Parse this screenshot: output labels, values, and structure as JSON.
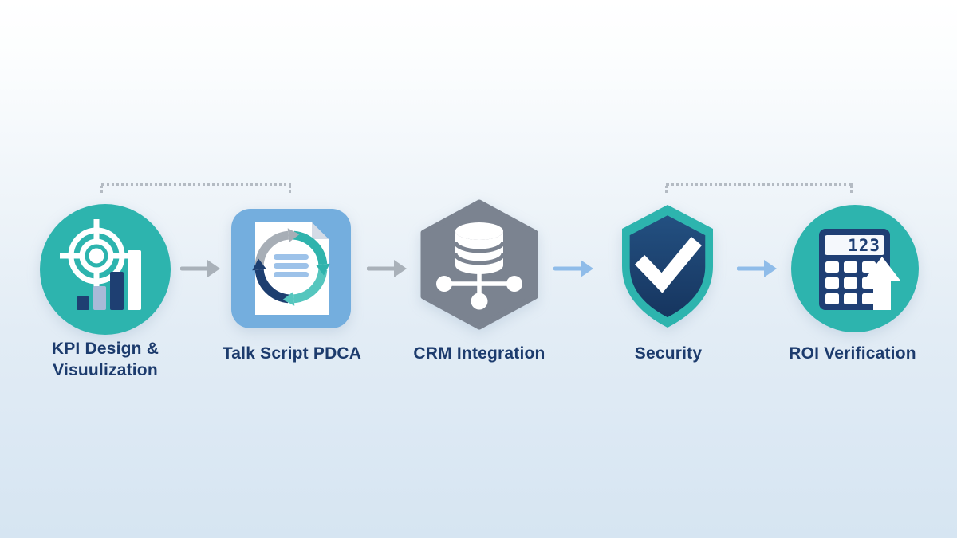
{
  "diagram": {
    "type": "process-flow",
    "background": {
      "top_color": "#ffffff",
      "bottom_color": "#d6e5f2"
    },
    "label_color": "#1c3b6d",
    "steps": [
      {
        "id": "kpi-design",
        "lines": [
          "KPI Design &",
          "Visuulization"
        ],
        "shape": "circle",
        "shape_color": "#2db4ae",
        "icon": "target-and-bar-chart",
        "icon_colors": {
          "target": "#ffffff",
          "bars": [
            "#1e3f72",
            "#a9bad8",
            "#1e3f72",
            "#ffffff"
          ]
        }
      },
      {
        "id": "talk-script-pdca",
        "lines": [
          "Talk Script PDCA"
        ],
        "shape": "rounded-square",
        "shape_color": "#74aede",
        "icon": "document-with-pdca-cycle-arrows",
        "icon_colors": {
          "document": "#ffffff",
          "fold": "#d4dbe6",
          "text_lines": "#9dc2e9",
          "cycle_arrows": [
            "#a7aeb6",
            "#2fb3ac",
            "#55c6be",
            "#1d3e6f"
          ]
        }
      },
      {
        "id": "crm-integration",
        "lines": [
          "CRM Integration"
        ],
        "shape": "hexagon",
        "shape_color": "#7b8390",
        "icon": "database-with-network-nodes",
        "icon_colors": {
          "database": "#ffffff",
          "nodes": "#ffffff"
        }
      },
      {
        "id": "security",
        "lines": [
          "Security"
        ],
        "shape": "shield",
        "shape_color": "#2db4ae",
        "inner_color": "#1e4678",
        "icon": "shield-with-checkmark",
        "icon_colors": {
          "checkmark": "#ffffff"
        }
      },
      {
        "id": "roi-verification",
        "lines": [
          "ROI Verification"
        ],
        "shape": "circle",
        "shape_color": "#2db4ae",
        "icon": "calculator-with-up-arrow",
        "display_value": "123",
        "icon_colors": {
          "calculator": "#1f3f74",
          "display": "#f5f8fc",
          "buttons": "#ffffff",
          "arrow": "#ffffff"
        }
      }
    ],
    "connectors": [
      {
        "from": "kpi-design",
        "to": "talk-script-pdca",
        "style": "arrow-right",
        "color": "#a9b1b9"
      },
      {
        "from": "talk-script-pdca",
        "to": "crm-integration",
        "style": "arrow-right",
        "color": "#a9b1b9"
      },
      {
        "from": "crm-integration",
        "to": "security",
        "style": "arrow-right",
        "color": "#8fbce9"
      },
      {
        "from": "security",
        "to": "roi-verification",
        "style": "arrow-right",
        "color": "#8fbce9"
      }
    ],
    "dotted_connectors": [
      {
        "from": "kpi-design",
        "to": "talk-script-pdca",
        "color": "#b4bbc3"
      },
      {
        "from": "security",
        "to": "roi-verification",
        "color": "#b4bbc3"
      }
    ]
  }
}
